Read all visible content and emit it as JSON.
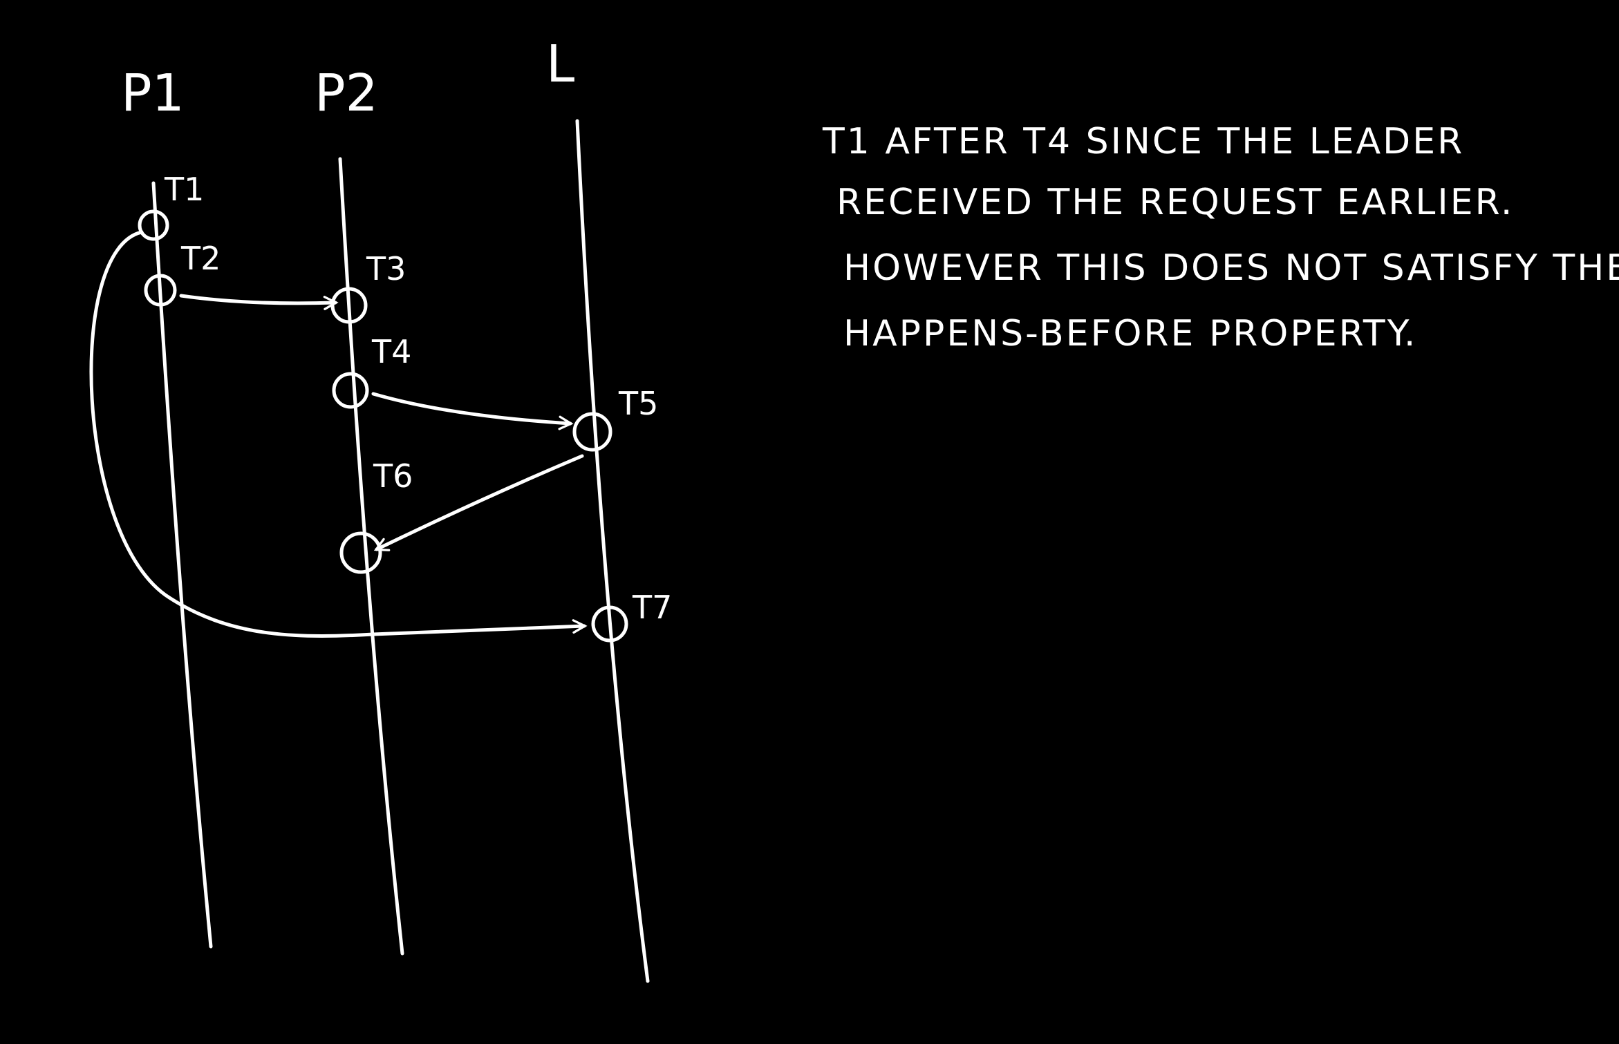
{
  "colors": {
    "background": "#000000",
    "ink": "#ffffff"
  },
  "processes": [
    {
      "id": "p1",
      "label": "P1"
    },
    {
      "id": "p2",
      "label": "P2"
    },
    {
      "id": "leader",
      "label": "L"
    }
  ],
  "events": [
    {
      "id": "t1",
      "label": "T1",
      "process": "P1",
      "type": "send"
    },
    {
      "id": "t2",
      "label": "T2",
      "process": "P1",
      "type": "send"
    },
    {
      "id": "t3",
      "label": "T3",
      "process": "P2",
      "type": "receive"
    },
    {
      "id": "t4",
      "label": "T4",
      "process": "P2",
      "type": "send"
    },
    {
      "id": "t5",
      "label": "T5",
      "process": "L",
      "type": "receive"
    },
    {
      "id": "t6",
      "label": "T6",
      "process": "P2",
      "type": "receive"
    },
    {
      "id": "t7",
      "label": "T7",
      "process": "L",
      "type": "receive"
    }
  ],
  "messages": [
    {
      "from": "T2",
      "to": "T3"
    },
    {
      "from": "T4",
      "to": "T5"
    },
    {
      "from": "T5",
      "to": "T6"
    },
    {
      "from": "T1",
      "to": "T7"
    }
  ],
  "note": {
    "lines": [
      "T1 AFTER T4 SINCE THE LEADER",
      "RECEIVED THE REQUEST EARLIER.",
      "HOWEVER THIS DOES NOT SATISFY THE",
      "HAPPENS-BEFORE PROPERTY."
    ]
  }
}
